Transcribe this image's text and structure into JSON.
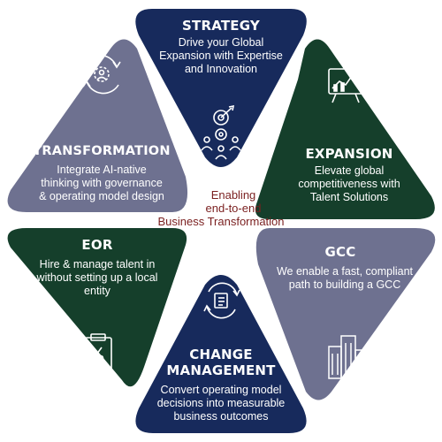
{
  "center": {
    "line1": "Enabling",
    "line2": "end-to-end",
    "line3": "Business Transformation",
    "color": "#7a1f1f"
  },
  "segments": [
    {
      "title": "STRATEGY",
      "desc": [
        "Drive your Global",
        "Expansion with Expertise",
        "and Innovation"
      ],
      "color": "#172a5c",
      "icon": "target-gears-team-icon"
    },
    {
      "title": "EXPANSION",
      "desc": [
        "Elevate global",
        "competitiveness with",
        "Talent Solutions"
      ],
      "color": "#153f2b",
      "icon": "growth-chart-board-icon"
    },
    {
      "title": "GCC",
      "desc": [
        "We enable a fast, compliant",
        "path to building a GCC"
      ],
      "color": "#6e7190",
      "icon": "office-buildings-icon"
    },
    {
      "title": "CHANGE",
      "title2": "MANAGEMENT",
      "desc": [
        "Convert operating model",
        "decisions into measurable",
        "business outcomes"
      ],
      "color": "#172a5c",
      "icon": "process-cycle-icon"
    },
    {
      "title": "EOR",
      "desc": [
        "Hire & manage talent in",
        "without setting up a local",
        "entity"
      ],
      "color": "#153f2b",
      "icon": "clipboard-percent-icon"
    },
    {
      "title": "TRANSFORMATION",
      "desc": [
        "Integrate AI-native",
        "thinking with governance",
        "& operating model design"
      ],
      "color": "#6e7190",
      "icon": "gear-cycle-person-icon"
    }
  ]
}
